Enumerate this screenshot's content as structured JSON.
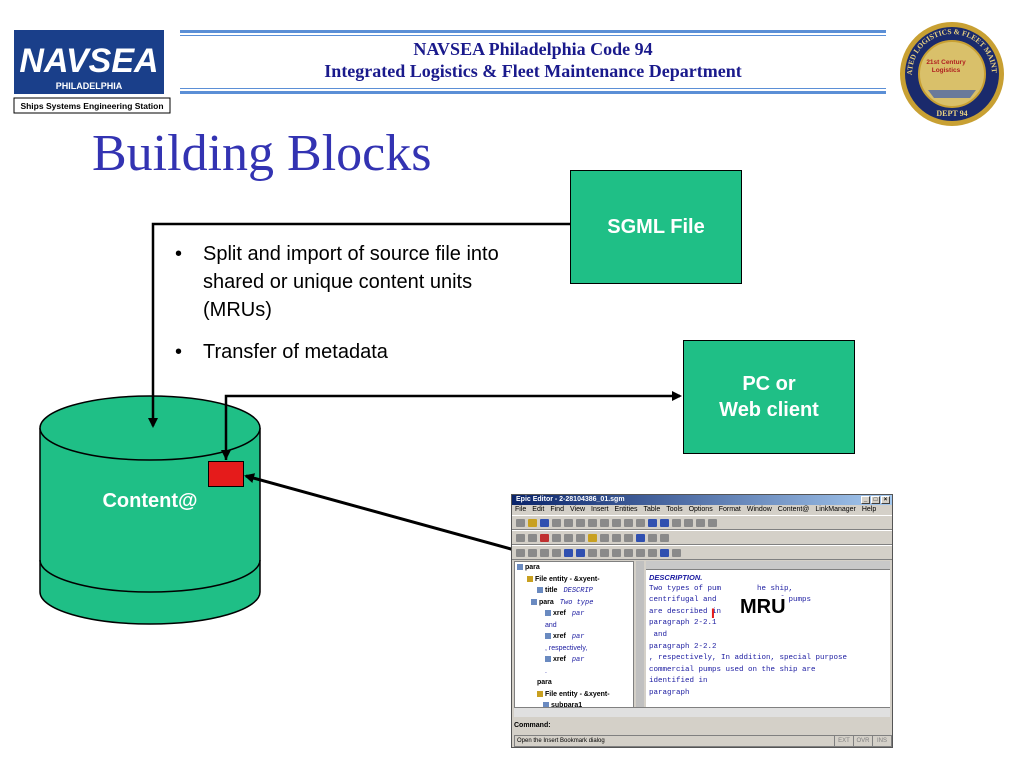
{
  "header": {
    "line1": "NAVSEA Philadelphia Code 94",
    "line2": "Integrated Logistics & Fleet Maintenance Department",
    "logo_left": {
      "word": "NAVSEA",
      "sub": "PHILADELPHIA",
      "caption": "Ships Systems Engineering Station"
    },
    "logo_right": {
      "ring_text": "INTEGRATED LOGISTICS & FLEET MAINTENANCE",
      "center_line1": "21st Century",
      "center_line2": "Logistics",
      "bottom": "DEPT 94"
    }
  },
  "slide_title": "Building Blocks",
  "bullets": [
    "Split and import of source file into shared or unique content units (MRUs)",
    "Transfer of metadata"
  ],
  "bullet_char": "•",
  "boxes": {
    "sgml": "SGML File",
    "client_line1": "PC or",
    "client_line2": "Web client"
  },
  "database_label": "Content@",
  "mru_label": "MRU",
  "colors": {
    "box_green": "#1fbf86",
    "title_blue": "#3333b2",
    "header_blue": "#1a1a8c",
    "mru_red": "#e51b1b"
  },
  "epic": {
    "title": "Epic Editor - 2-28104386_01.sgm",
    "menu": [
      "File",
      "Edit",
      "Find",
      "View",
      "Insert",
      "Entities",
      "Table",
      "Tools",
      "Options",
      "Format",
      "Window",
      "Content@",
      "LinkManager",
      "Help"
    ],
    "tree": [
      {
        "label": "para",
        "value": ""
      },
      {
        "label": "File entity - &xyent-",
        "value": ""
      },
      {
        "label": "title",
        "value": "DESCRIP"
      },
      {
        "label": "para",
        "value": "Two type"
      },
      {
        "label": "xref",
        "value": "par"
      },
      {
        "label": "and",
        "value": ""
      },
      {
        "label": "xref",
        "value": "par"
      },
      {
        "label": ", respectively,",
        "value": ""
      },
      {
        "label": "xref",
        "value": "par"
      },
      {
        "label": ".",
        "value": ""
      },
      {
        "label": "para",
        "value": ""
      },
      {
        "label": "File entity - &xyent-",
        "value": ""
      },
      {
        "label": "subpara1",
        "value": ""
      }
    ],
    "doc_heading": "DESCRIPTION.",
    "doc_lines": [
      "Two types of pum        he ship,",
      "centrifugal and         pes of pumps",
      "are described in        n",
      "paragraph 2-2.1",
      " and",
      "paragraph 2-2.2",
      ", respectively, In addition, special purpose",
      "commercial pumps used on the ship are",
      "identified in",
      "paragraph"
    ],
    "command_label": "Command:",
    "status_msg": "Open the Insert Bookmark dialog",
    "status_cells": [
      "EXT",
      "OVR",
      "INS"
    ]
  }
}
